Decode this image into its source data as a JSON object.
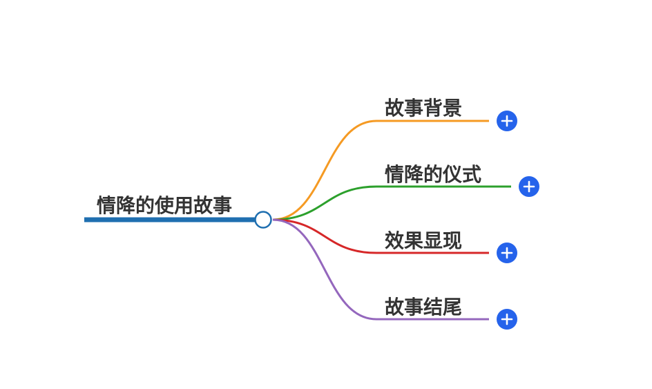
{
  "root": {
    "label": "情降的使用故事",
    "color": "#1f6fb0"
  },
  "children": [
    {
      "label": "故事背景",
      "color": "#f59a23",
      "expand_symbol": "+"
    },
    {
      "label": "情降的仪式",
      "color": "#2ca02c",
      "expand_symbol": "+"
    },
    {
      "label": "效果显现",
      "color": "#d62728",
      "expand_symbol": "+"
    },
    {
      "label": "故事结尾",
      "color": "#9467bd",
      "expand_symbol": "+"
    }
  ],
  "colors": {
    "expand_button": "#2563eb",
    "text": "#333333",
    "root_circle_stroke": "#1f6fb0"
  }
}
